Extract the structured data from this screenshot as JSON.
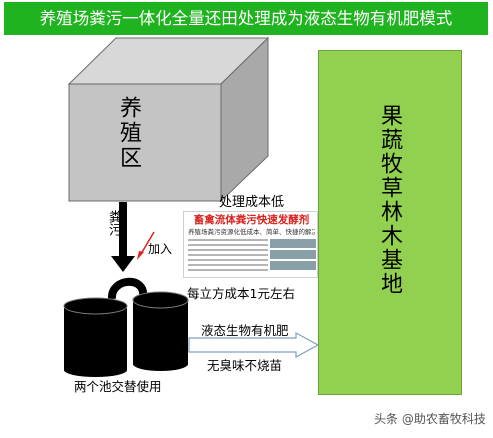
{
  "title": "养殖场粪污一体化全量还田处理成为液态生物有机肥模式",
  "farm": {
    "label": "养殖区"
  },
  "base": {
    "label": "果蔬牧草林木基地"
  },
  "flow": {
    "dung_label": "粪污",
    "add_label": "加入",
    "cost_low": "处理成本低",
    "cost_per_cubic": "每立方成本1元左右",
    "liquid_fertilizer": "液态生物有机肥",
    "no_odor": "无臭味不烧苗",
    "two_pools": "两个池交替使用"
  },
  "poster": {
    "title": "畜禽流体粪污快速发酵剂",
    "subtitle": "养殖场粪污资源化低成本、简单、快捷的解决方案产品"
  },
  "watermark": "头条 @助农畜牧科技",
  "colors": {
    "banner": "#1fb31f",
    "base": "#92d050",
    "cube": "#bdbdbd",
    "pool": "#000000",
    "arrow_outline": "#7fa0c0",
    "cross": "#e02020"
  }
}
